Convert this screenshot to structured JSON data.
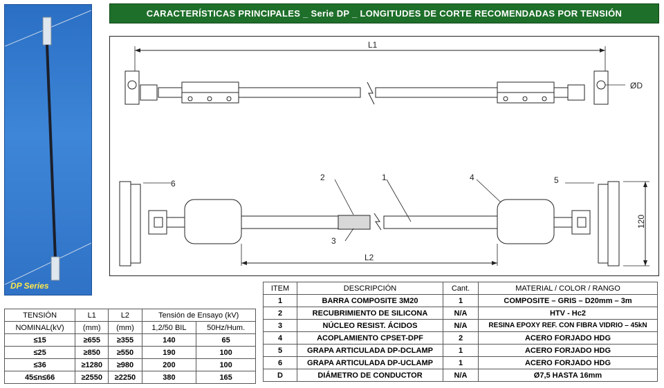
{
  "photo": {
    "caption": "DP Series"
  },
  "banner": {
    "title": "CARACTERÍSTICAS PRINCIPALES _ Serie DP _ LONGITUDES DE CORTE RECOMENDADAS POR TENSIÓN"
  },
  "drawing": {
    "labels": {
      "l1": "L1",
      "l2": "L2",
      "od": "ØD",
      "h120": "120",
      "n1": "1",
      "n2": "2",
      "n3": "3",
      "n4": "4",
      "n5": "5",
      "n6": "6"
    }
  },
  "voltage_table": {
    "headers": {
      "tension": "TENSIÓN",
      "nominal": "NOMINAL(kV)",
      "l1": "L1",
      "l1_unit": "(mm)",
      "l2": "L2",
      "l2_unit": "(mm)",
      "test": "Tensión de Ensayo  (kV)",
      "bil": "1,2/50 BIL",
      "hz": "50Hz/Hum."
    },
    "rows": [
      {
        "tension": "≤15",
        "l1": "≥655",
        "l2": "≥355",
        "bil": "140",
        "hz": "65"
      },
      {
        "tension": "≤25",
        "l1": "≥850",
        "l2": "≥550",
        "bil": "190",
        "hz": "100"
      },
      {
        "tension": "≤36",
        "l1": "≥1280",
        "l2": "≥980",
        "bil": "200",
        "hz": "100"
      },
      {
        "tension": "45≤n≤66",
        "l1": "≥2550",
        "l2": "≥2250",
        "bil": "380",
        "hz": "165"
      }
    ]
  },
  "items_table": {
    "headers": {
      "item": "ITEM",
      "desc": "DESCRIPCIÓN",
      "qty": "Cant.",
      "mat": "MATERIAL / COLOR / RANGO"
    },
    "rows": [
      {
        "item": "1",
        "desc": "BARRA COMPOSITE 3M20",
        "qty": "1",
        "mat": "COMPOSITE – GRIS – D20mm – 3m"
      },
      {
        "item": "2",
        "desc": "RECUBRIMIENTO DE SILICONA",
        "qty": "N/A",
        "mat": "HTV - Hc2"
      },
      {
        "item": "3",
        "desc": "NÚCLEO RESIST. ÁCIDOS",
        "qty": "N/A",
        "mat": "RESINA EPOXY REF. CON FIBRA VIDRIO – 45kN"
      },
      {
        "item": "4",
        "desc": "ACOPLAMIENTO CPSET-DPF",
        "qty": "2",
        "mat": "ACERO FORJADO HDG"
      },
      {
        "item": "5",
        "desc": "GRAPA ARTICULADA DP-DCLAMP",
        "qty": "1",
        "mat": "ACERO FORJADO HDG"
      },
      {
        "item": "6",
        "desc": "GRAPA ARTICULADA DP-UCLAMP",
        "qty": "1",
        "mat": "ACERO FORJADO HDG"
      },
      {
        "item": "D",
        "desc": "DIÁMETRO DE CONDUCTOR",
        "qty": "N/A",
        "mat": "Ø7,5 HASTA 16mm"
      }
    ]
  }
}
